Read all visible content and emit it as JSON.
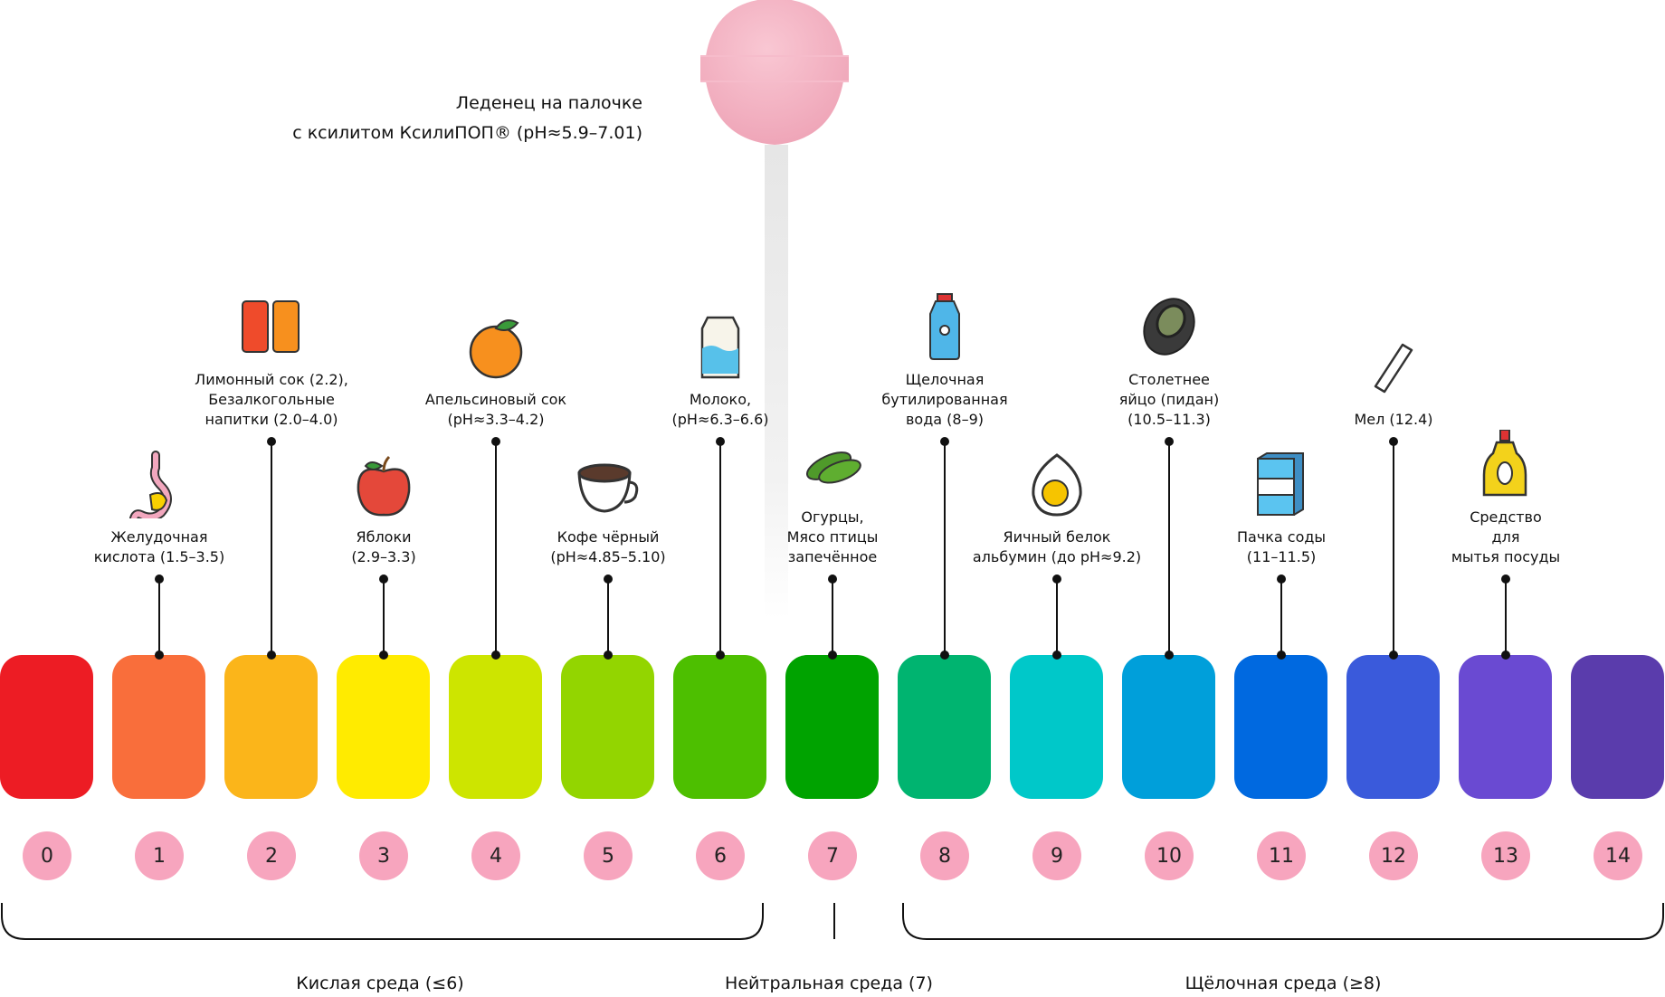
{
  "candy": {
    "line1": "Леденец на палочке",
    "line2": "с ксилитом КсилиПОП® (pH≈5.9–7.01)"
  },
  "scale": [
    {
      "ph": "0",
      "color": "#ED1C24"
    },
    {
      "ph": "1",
      "color": "#F96E3B"
    },
    {
      "ph": "2",
      "color": "#FBB51A"
    },
    {
      "ph": "3",
      "color": "#FFEB00"
    },
    {
      "ph": "4",
      "color": "#CDE500"
    },
    {
      "ph": "5",
      "color": "#93D500"
    },
    {
      "ph": "6",
      "color": "#4DBF00"
    },
    {
      "ph": "7",
      "color": "#00A300"
    },
    {
      "ph": "8",
      "color": "#00B470"
    },
    {
      "ph": "9",
      "color": "#00C8C9"
    },
    {
      "ph": "10",
      "color": "#009FDA"
    },
    {
      "ph": "11",
      "color": "#0069E0"
    },
    {
      "ph": "12",
      "color": "#3A5ADB"
    },
    {
      "ph": "13",
      "color": "#6A4AD2"
    },
    {
      "ph": "14",
      "color": "#5A3CAC"
    }
  ],
  "items": [
    {
      "ph": 1,
      "row": "lower",
      "icon": "stomach-icon",
      "label": "Желудочная\nкислота (1.5–3.5)"
    },
    {
      "ph": 2,
      "row": "upper",
      "icon": "soda-cans-icon",
      "label": "Лимонный сок (2.2),\nБезалкогольные\nнапитки (2.0–4.0)"
    },
    {
      "ph": 3,
      "row": "lower",
      "icon": "apple-icon",
      "label": "Яблоки\n(2.9–3.3)"
    },
    {
      "ph": 4,
      "row": "upper",
      "icon": "orange-icon",
      "label": "Апельсиновый сок\n(pH≈3.3–4.2)"
    },
    {
      "ph": 5,
      "row": "lower",
      "icon": "coffee-cup-icon",
      "label": "Кофе чёрный\n(pH≈4.85–5.10)"
    },
    {
      "ph": 6,
      "row": "upper",
      "icon": "milk-carton-icon",
      "label": "Молоко,\n(pH≈6.3–6.6)"
    },
    {
      "ph": 7,
      "row": "lower",
      "icon": "cucumbers-icon",
      "label": "Огурцы,\nМясо птицы\nзапечённое"
    },
    {
      "ph": 8,
      "row": "upper",
      "icon": "water-bottle-icon",
      "label": "Щелочная\nбутилированная\nвода (8–9)"
    },
    {
      "ph": 9,
      "row": "lower",
      "icon": "boiled-egg-icon",
      "label": "Яичный белок\nальбумин (до pH≈9.2)"
    },
    {
      "ph": 10,
      "row": "upper",
      "icon": "century-egg-icon",
      "label": "Столетнее\nяйцо (пидан)\n(10.5–11.3)"
    },
    {
      "ph": 11,
      "row": "lower",
      "icon": "soda-box-icon",
      "label": "Пачка соды\n(11–11.5)"
    },
    {
      "ph": 12,
      "row": "upper",
      "icon": "chalk-icon",
      "label": "Мел (12.4)"
    },
    {
      "ph": 13,
      "row": "lower",
      "icon": "dish-soap-icon",
      "label": "Средство\nдля\nмытья посуды"
    }
  ],
  "zones": {
    "acid": "Кислая среда (≤6)",
    "neutral": "Нейтральная среда (7)",
    "alkaline": "Щёлочная среда (≥8)"
  }
}
